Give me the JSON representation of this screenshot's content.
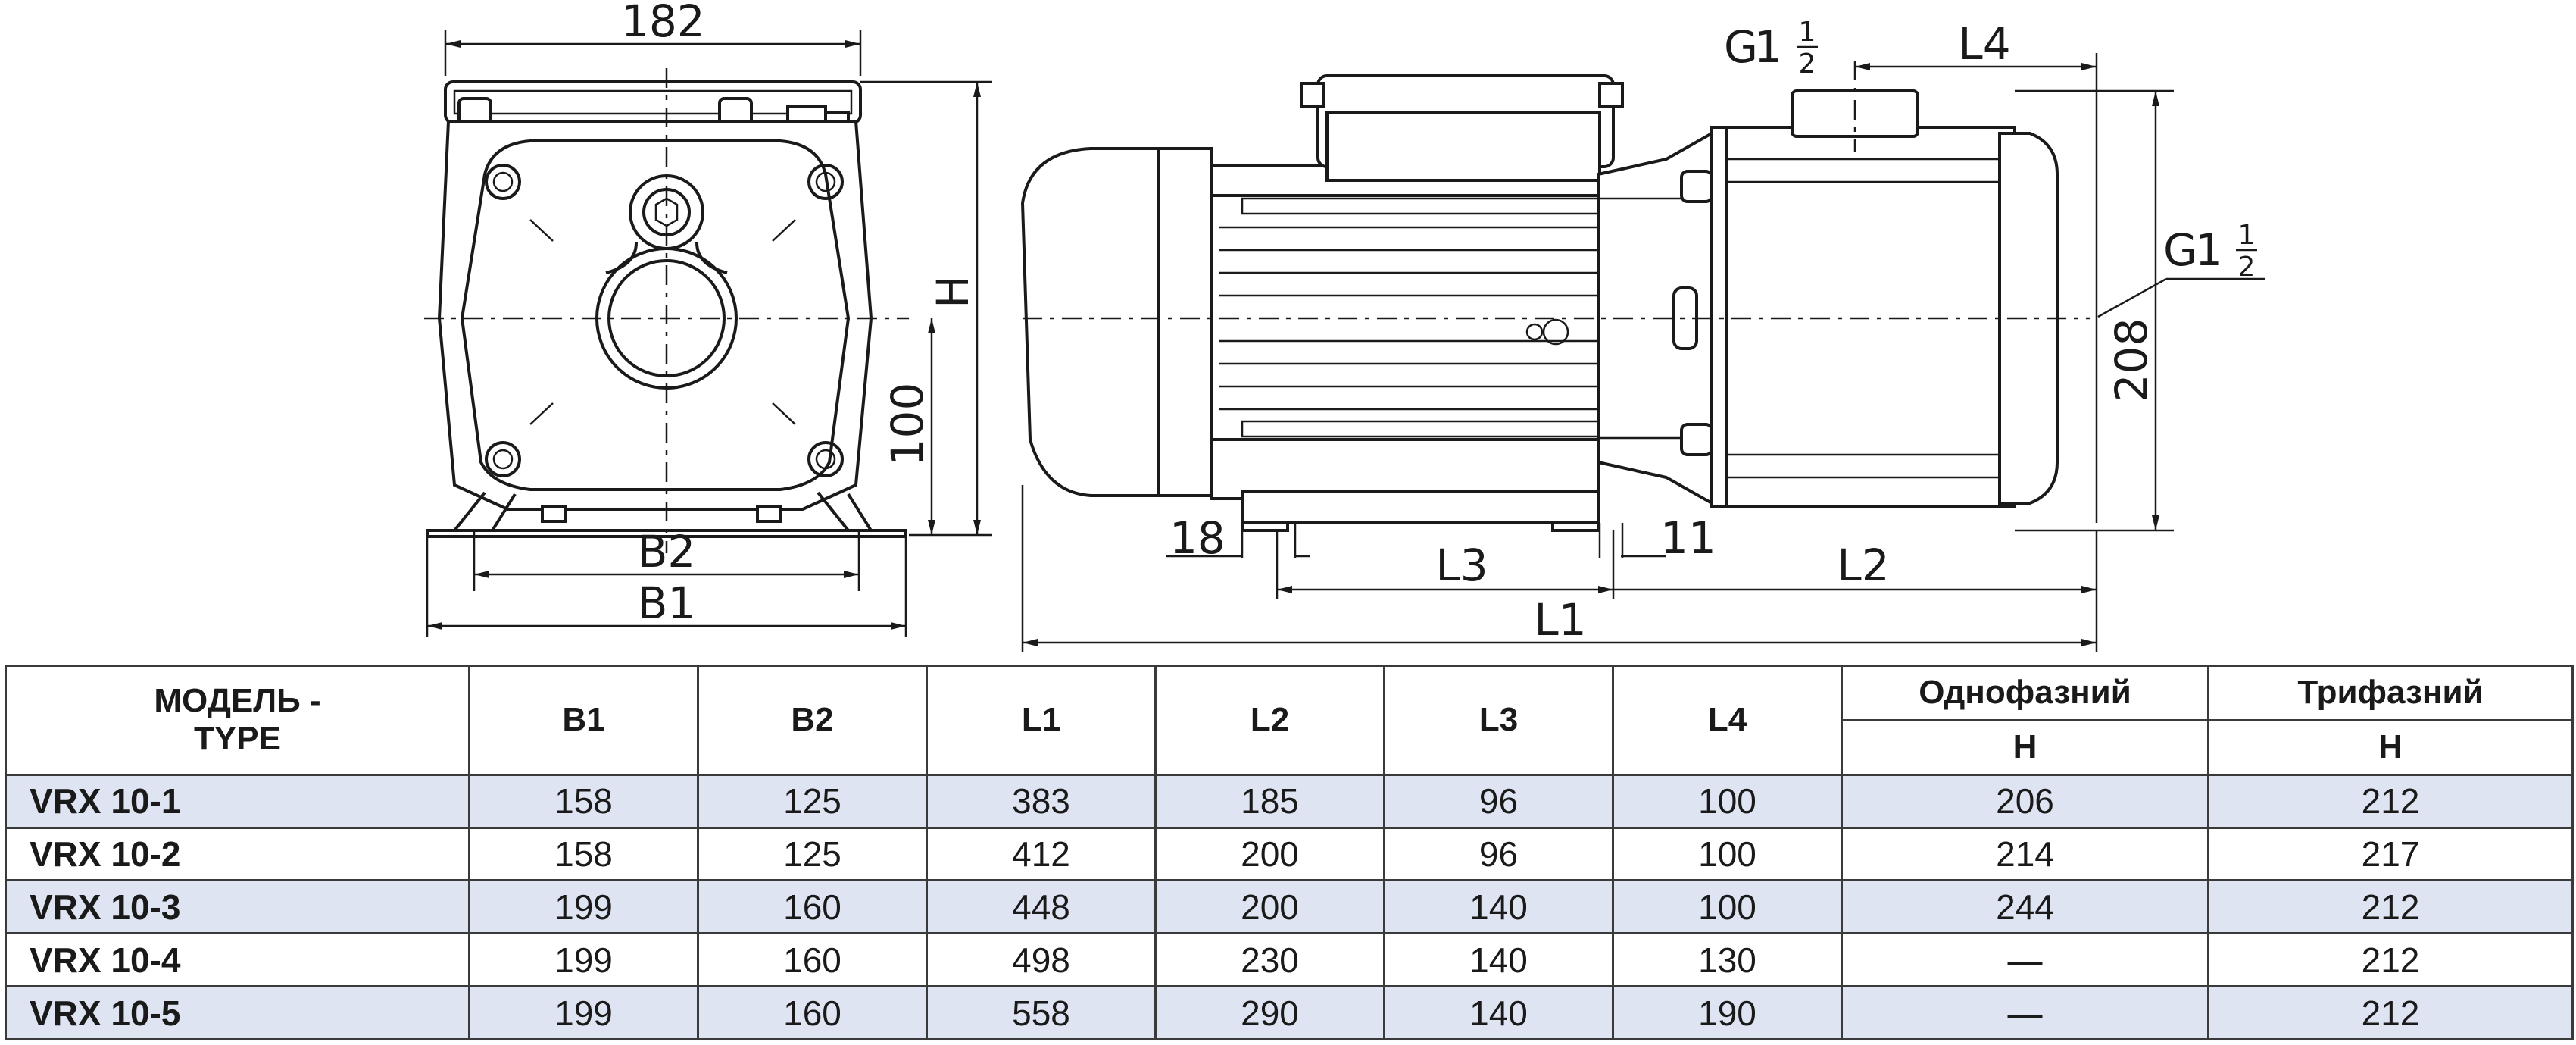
{
  "drawing": {
    "front_view": {
      "width_label": "182",
      "height_label": "H",
      "axis_height_label": "100",
      "b2_label": "B2",
      "b1_label": "B1"
    },
    "side_view": {
      "outlet_label": "G",
      "outlet_frac_num": "1",
      "outlet_frac_den": "2",
      "inlet_label": "G",
      "inlet_frac_num": "1",
      "inlet_frac_den": "2",
      "l4_label": "L4",
      "height_208_label": "208",
      "dim_18_label": "18",
      "dim_11_label": "11",
      "l3_label": "L3",
      "l2_label": "L2",
      "l1_label": "L1"
    }
  },
  "table": {
    "header": {
      "model_line1": "МОДЕЛЬ -",
      "model_line2": "TYPE",
      "b1": "B1",
      "b2": "B2",
      "l1": "L1",
      "l2": "L2",
      "l3": "L3",
      "l4": "L4",
      "single_phase": "Однофазний",
      "three_phase": "Трифазний",
      "single_h": "H",
      "three_h": "H"
    },
    "rows": [
      {
        "model": "VRX 10-1",
        "b1": "158",
        "b2": "125",
        "l1": "383",
        "l2": "185",
        "l3": "96",
        "l4": "100",
        "h1": "206",
        "h3": "212"
      },
      {
        "model": "VRX 10-2",
        "b1": "158",
        "b2": "125",
        "l1": "412",
        "l2": "200",
        "l3": "96",
        "l4": "100",
        "h1": "214",
        "h3": "217"
      },
      {
        "model": "VRX 10-3",
        "b1": "199",
        "b2": "160",
        "l1": "448",
        "l2": "200",
        "l3": "140",
        "l4": "100",
        "h1": "244",
        "h3": "212"
      },
      {
        "model": "VRX 10-4",
        "b1": "199",
        "b2": "160",
        "l1": "498",
        "l2": "230",
        "l3": "140",
        "l4": "130",
        "h1": "—",
        "h3": "212"
      },
      {
        "model": "VRX 10-5",
        "b1": "199",
        "b2": "160",
        "l1": "558",
        "l2": "290",
        "l3": "140",
        "l4": "190",
        "h1": "—",
        "h3": "212"
      }
    ]
  },
  "colors": {
    "row_shade": "#dfe4f2",
    "line": "#1a1a1a"
  }
}
